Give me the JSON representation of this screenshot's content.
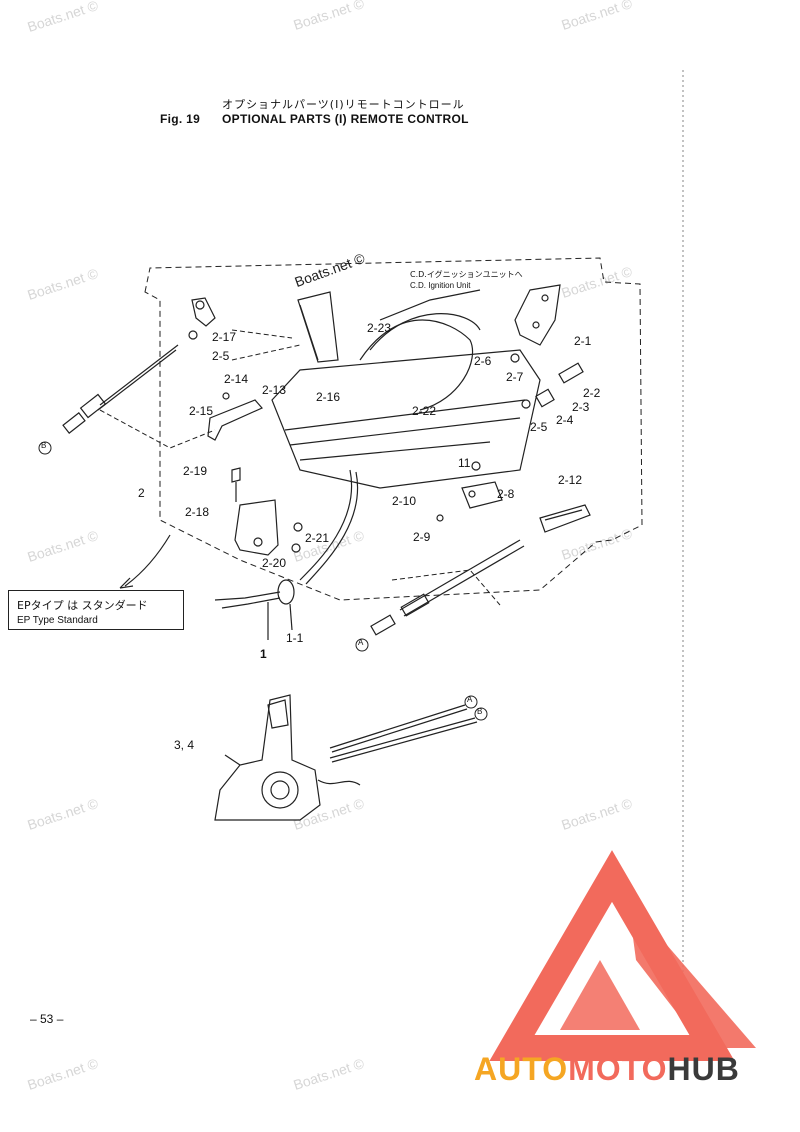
{
  "watermark": {
    "text": "Boats.net ©"
  },
  "header": {
    "title_jp": "オプショナルパーツ(Ⅰ)リモートコントロール",
    "fig_label": "Fig. 19",
    "title_en": "OPTIONAL PARTS (I) REMOTE CONTROL"
  },
  "diagram": {
    "brand_mark": "Boats.net ©",
    "note_jp": "C.D.イグニッションユニットへ",
    "note_en": "C.D. Ignition Unit",
    "callout": {
      "line_jp": "EPタイプ は スタンダード",
      "line_en": "EP Type Standard"
    },
    "circle_a": "A",
    "circle_b": "B",
    "labels": {
      "p2_17": "2-17",
      "p2_5a": "2-5",
      "p2_14": "2-14",
      "p2_13": "2-13",
      "p2_15": "2-15",
      "p2_16": "2-16",
      "p2_23": "2-23",
      "p2_22": "2-22",
      "p2_6": "2-6",
      "p2_7": "2-7",
      "p2_1": "2-1",
      "p2_2": "2-2",
      "p2_3": "2-3",
      "p2_4": "2-4",
      "p2_5b": "2-5",
      "p11": "11",
      "p2_8": "2-8",
      "p2_12": "2-12",
      "p2_10": "2-10",
      "p2_9": "2-9",
      "p2_19": "2-19",
      "p2": "2",
      "p2_18": "2-18",
      "p2_21": "2-21",
      "p2_20": "2-20",
      "p1_1": "1-1",
      "p1": "1",
      "p3_4": "3, 4"
    }
  },
  "footer": {
    "page_number": "– 53 –"
  },
  "logo": {
    "part1": "AUTO",
    "part2": "MOTO",
    "part3": "HUB",
    "color_red": "#f26a5c",
    "color_orange": "#f5a623",
    "color_dark": "#3a3a3a"
  }
}
